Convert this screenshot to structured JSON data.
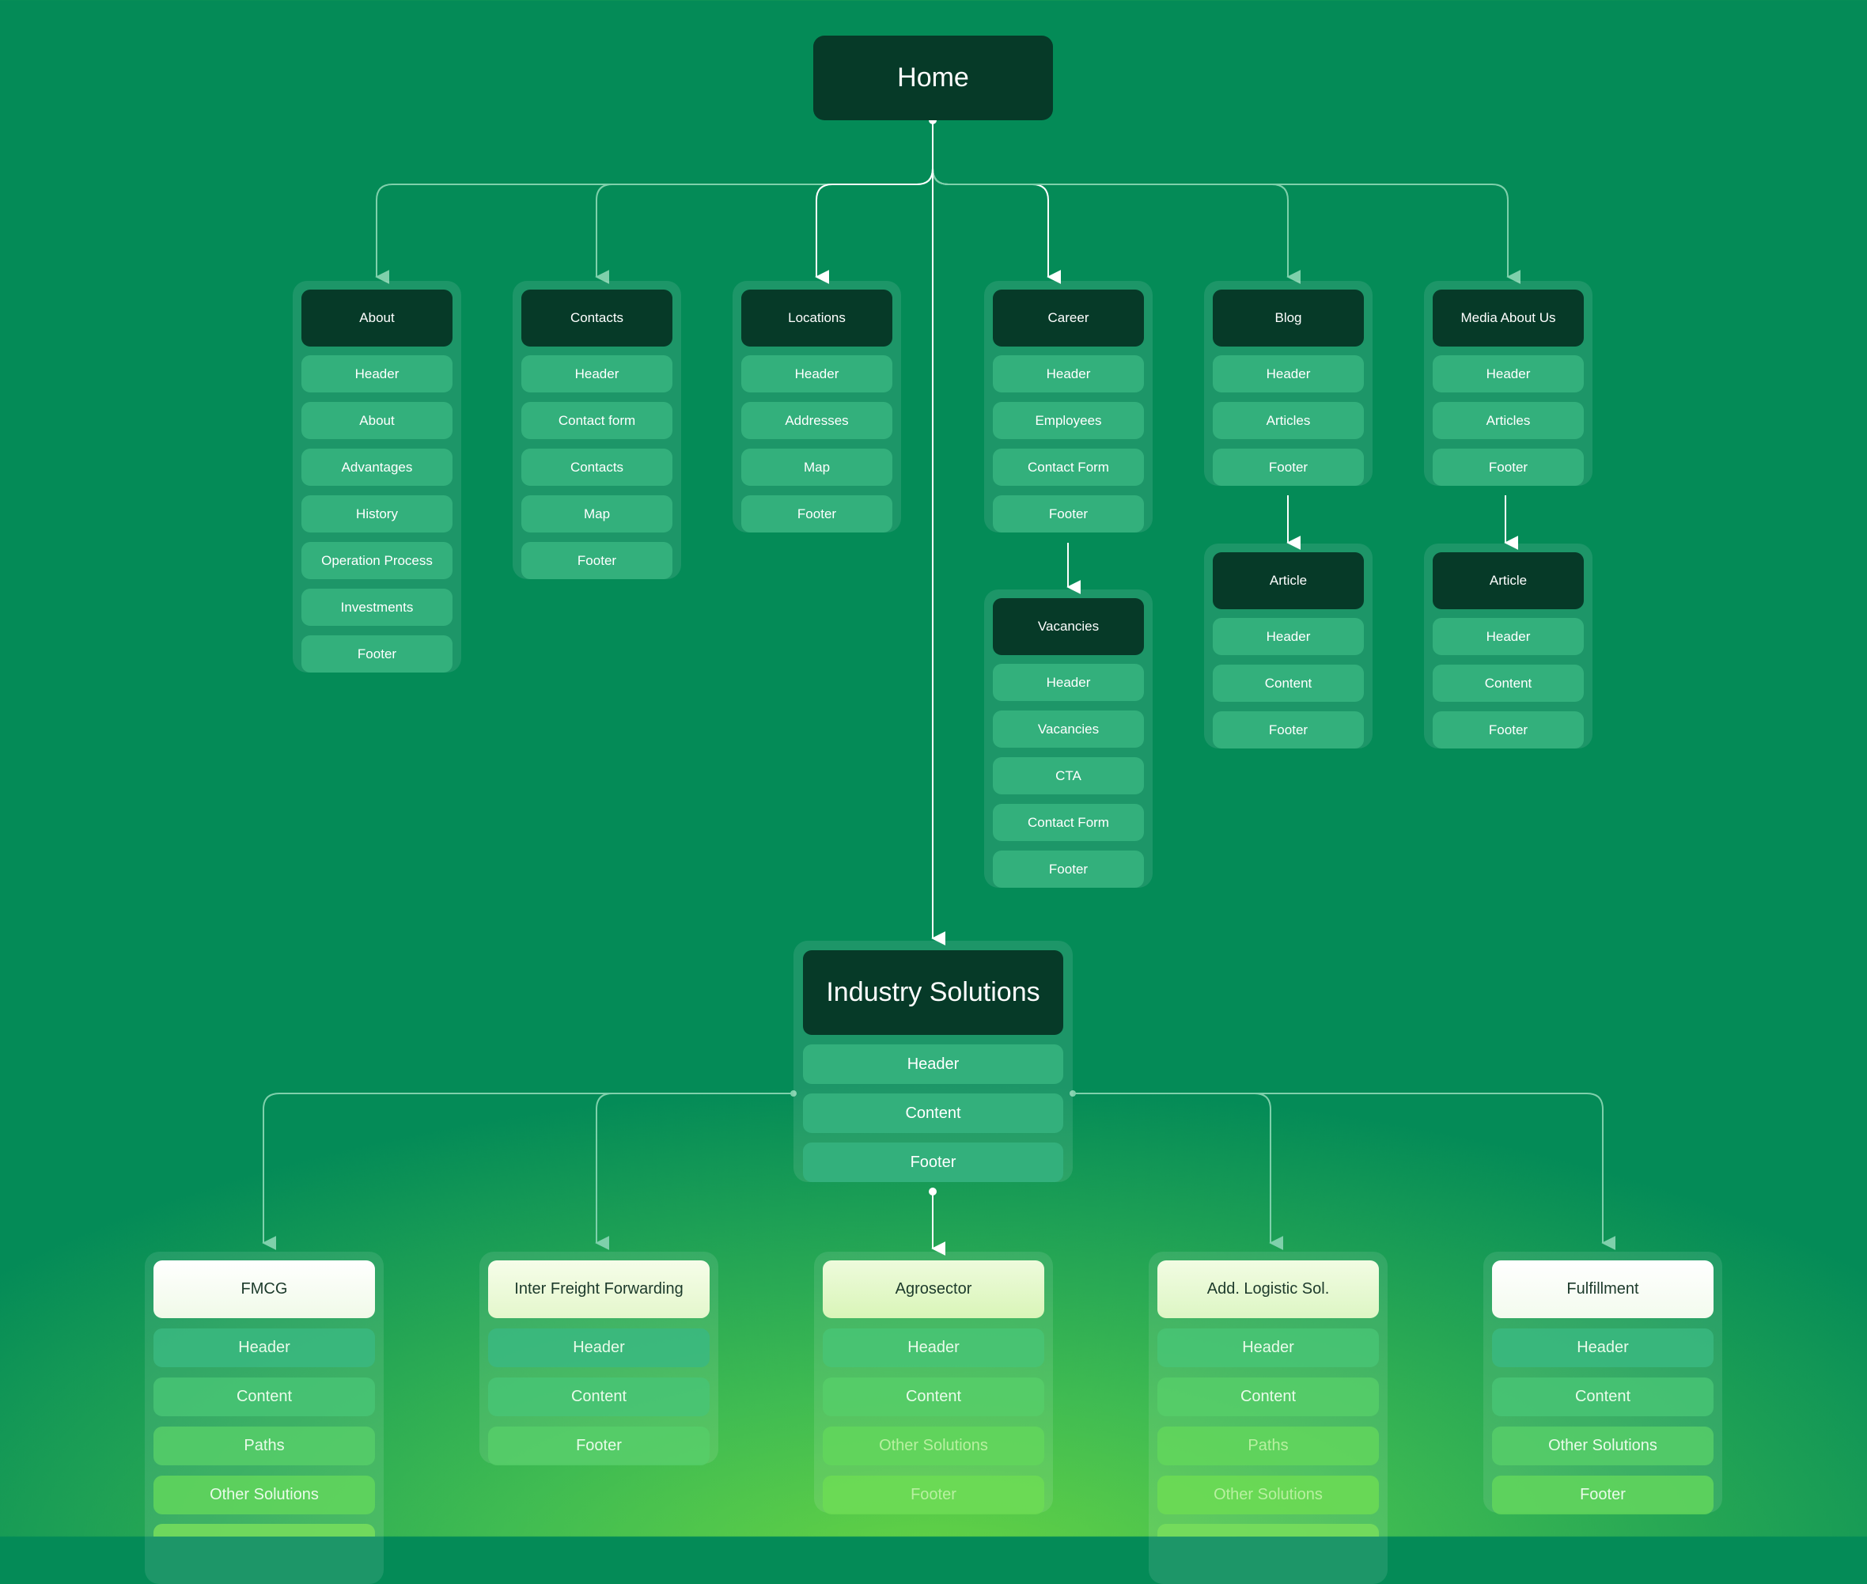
{
  "home": "Home",
  "pages": [
    {
      "title": "About",
      "items": [
        "Header",
        "About",
        "Advantages",
        "History",
        "Operation Process",
        "Investments",
        "Footer"
      ]
    },
    {
      "title": "Contacts",
      "items": [
        "Header",
        "Contact form",
        "Contacts",
        "Map",
        "Footer"
      ]
    },
    {
      "title": "Locations",
      "items": [
        "Header",
        "Addresses",
        "Map",
        "Footer"
      ]
    },
    {
      "title": "Career",
      "items": [
        "Header",
        "Employees",
        "Contact Form",
        "Footer"
      ]
    },
    {
      "title": "Blog",
      "items": [
        "Header",
        "Articles",
        "Footer"
      ]
    },
    {
      "title": "Media About Us",
      "items": [
        "Header",
        "Articles",
        "Footer"
      ]
    }
  ],
  "subpages": [
    {
      "title": "Vacancies",
      "items": [
        "Header",
        "Vacancies",
        "CTA",
        "Contact Form",
        "Footer"
      ]
    },
    {
      "title": "Article",
      "items": [
        "Header",
        "Content",
        "Footer"
      ]
    },
    {
      "title": "Article",
      "items": [
        "Header",
        "Content",
        "Footer"
      ]
    }
  ],
  "industry": {
    "title": "Industry Solutions",
    "items": [
      "Header",
      "Content",
      "Footer"
    ]
  },
  "solutions": [
    {
      "title": "FMCG",
      "items": [
        "Header",
        "Content",
        "Paths",
        "Other Solutions"
      ]
    },
    {
      "title": "Inter Freight Forwarding",
      "items": [
        "Header",
        "Content",
        "Footer"
      ]
    },
    {
      "title": "Agrosector",
      "items": [
        "Header",
        "Content",
        "Other Solutions",
        "Footer"
      ]
    },
    {
      "title": "Add. Logistic Sol.",
      "items": [
        "Header",
        "Content",
        "Paths",
        "Other Solutions"
      ]
    },
    {
      "title": "Fulfillment",
      "items": [
        "Header",
        "Content",
        "Other Solutions",
        "Footer"
      ]
    }
  ],
  "colors": {
    "background": "#048b57",
    "background_glow": "#66d444",
    "title_dark": "#063a28",
    "item": "#33b07c",
    "line": "#ffffff"
  }
}
